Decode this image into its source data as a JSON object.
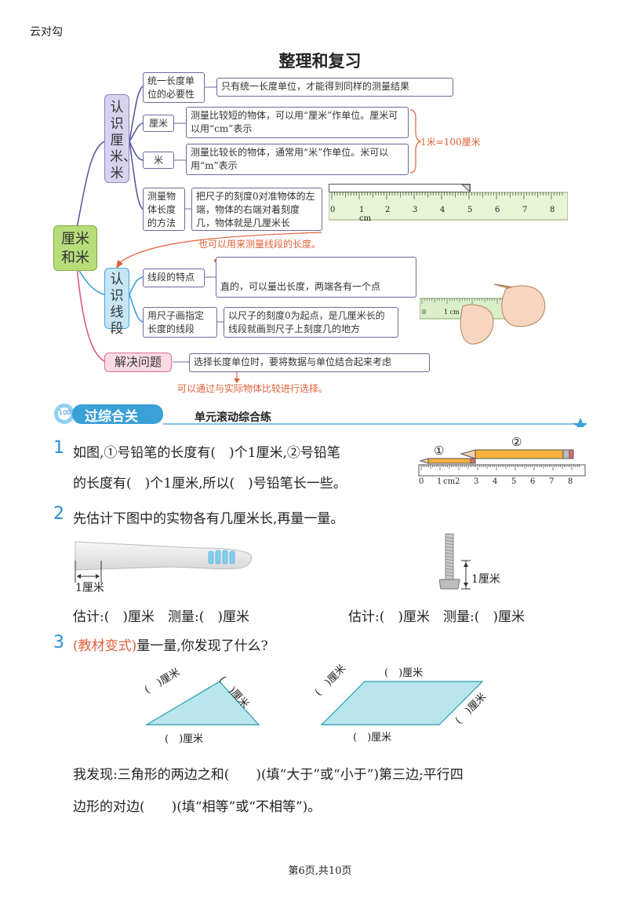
{
  "header": {
    "brand": "云对勾"
  },
  "title": "整理和复习",
  "mindmap": {
    "root": "厘米和米",
    "cat1": "认识厘米、米",
    "cat2": "认识线段",
    "cat3": "解决问题",
    "n1": {
      "label": "统一长度单位的必要性",
      "desc": "只有统一长度单位，才能得到同样的测量结果"
    },
    "n2": {
      "label": "厘米",
      "desc": "测量比较短的物体，可以用“厘米”作单位。厘米可以用“cm”表示"
    },
    "n3": {
      "label": "米",
      "desc": "测量比较长的物体，通常用“米”作单位。米可以用“m”表示"
    },
    "relation": "1米=100厘米",
    "n4": {
      "label": "测量物体长度的方法",
      "desc": "把尺子的刻度0对准物体的左端，物体的右端对着刻度几，物体就是几厘米长"
    },
    "ruler_labels": [
      "0",
      "1 cm",
      "2",
      "3",
      "4",
      "5",
      "6",
      "7",
      "8"
    ],
    "note1": "也可以用来测量线段的长度。",
    "n5": {
      "label": "线段的特点",
      "desc": "直的，可以量出长度，两端各有一个点"
    },
    "n6": {
      "label": "用尺子画指定长度的线段",
      "desc": "以尺子的刻度0为起点，是几厘米长的线段就画到尺子上刻度几的地方"
    },
    "small_ruler_labels": [
      "0",
      "1 cm"
    ],
    "n7": {
      "desc": "选择长度单位时，要将数据与单位结合起来考虑"
    },
    "note2": "可以通过与实际物体比较进行选择。"
  },
  "section": {
    "badge": "过综合关",
    "subtitle": "单元滚动综合练"
  },
  "q1": {
    "num": "1",
    "line1": "如图,①号铅笔的长度有(　)个1厘米,②号铅笔",
    "line2": "的长度有(　)个1厘米,所以(　)号铅笔长一些。",
    "pencil1": "①",
    "pencil2": "②",
    "ruler_labels": [
      "0",
      "1",
      "cm2",
      "3",
      "4",
      "5",
      "6",
      "7",
      "8"
    ]
  },
  "q2": {
    "num": "2",
    "text": "先估计下图中的实物各有几厘米长,再量一量。",
    "unit1": "1厘米",
    "unit2": "1厘米",
    "answer1": "估计:(　)厘米　测量:(　)厘米",
    "answer2": "估计:(　)厘米　测量:(　)厘米"
  },
  "q3": {
    "num": "3",
    "tag": "(教材变式)",
    "text": "量一量,你发现了什么?",
    "tri_labels": [
      "(　)厘米",
      "(　)厘米",
      "(　)厘米"
    ],
    "para_labels": [
      "(　)厘米",
      "(　)厘米",
      "(　)厘米",
      "(　)厘米"
    ],
    "find1": "我发现:三角形的两边之和(　　)(填“大于”或“小于”)第三边;平行四",
    "find2": "边形的对边(　　)(填“相等”或“不相等”)。"
  },
  "footer": "第6页,共10页"
}
